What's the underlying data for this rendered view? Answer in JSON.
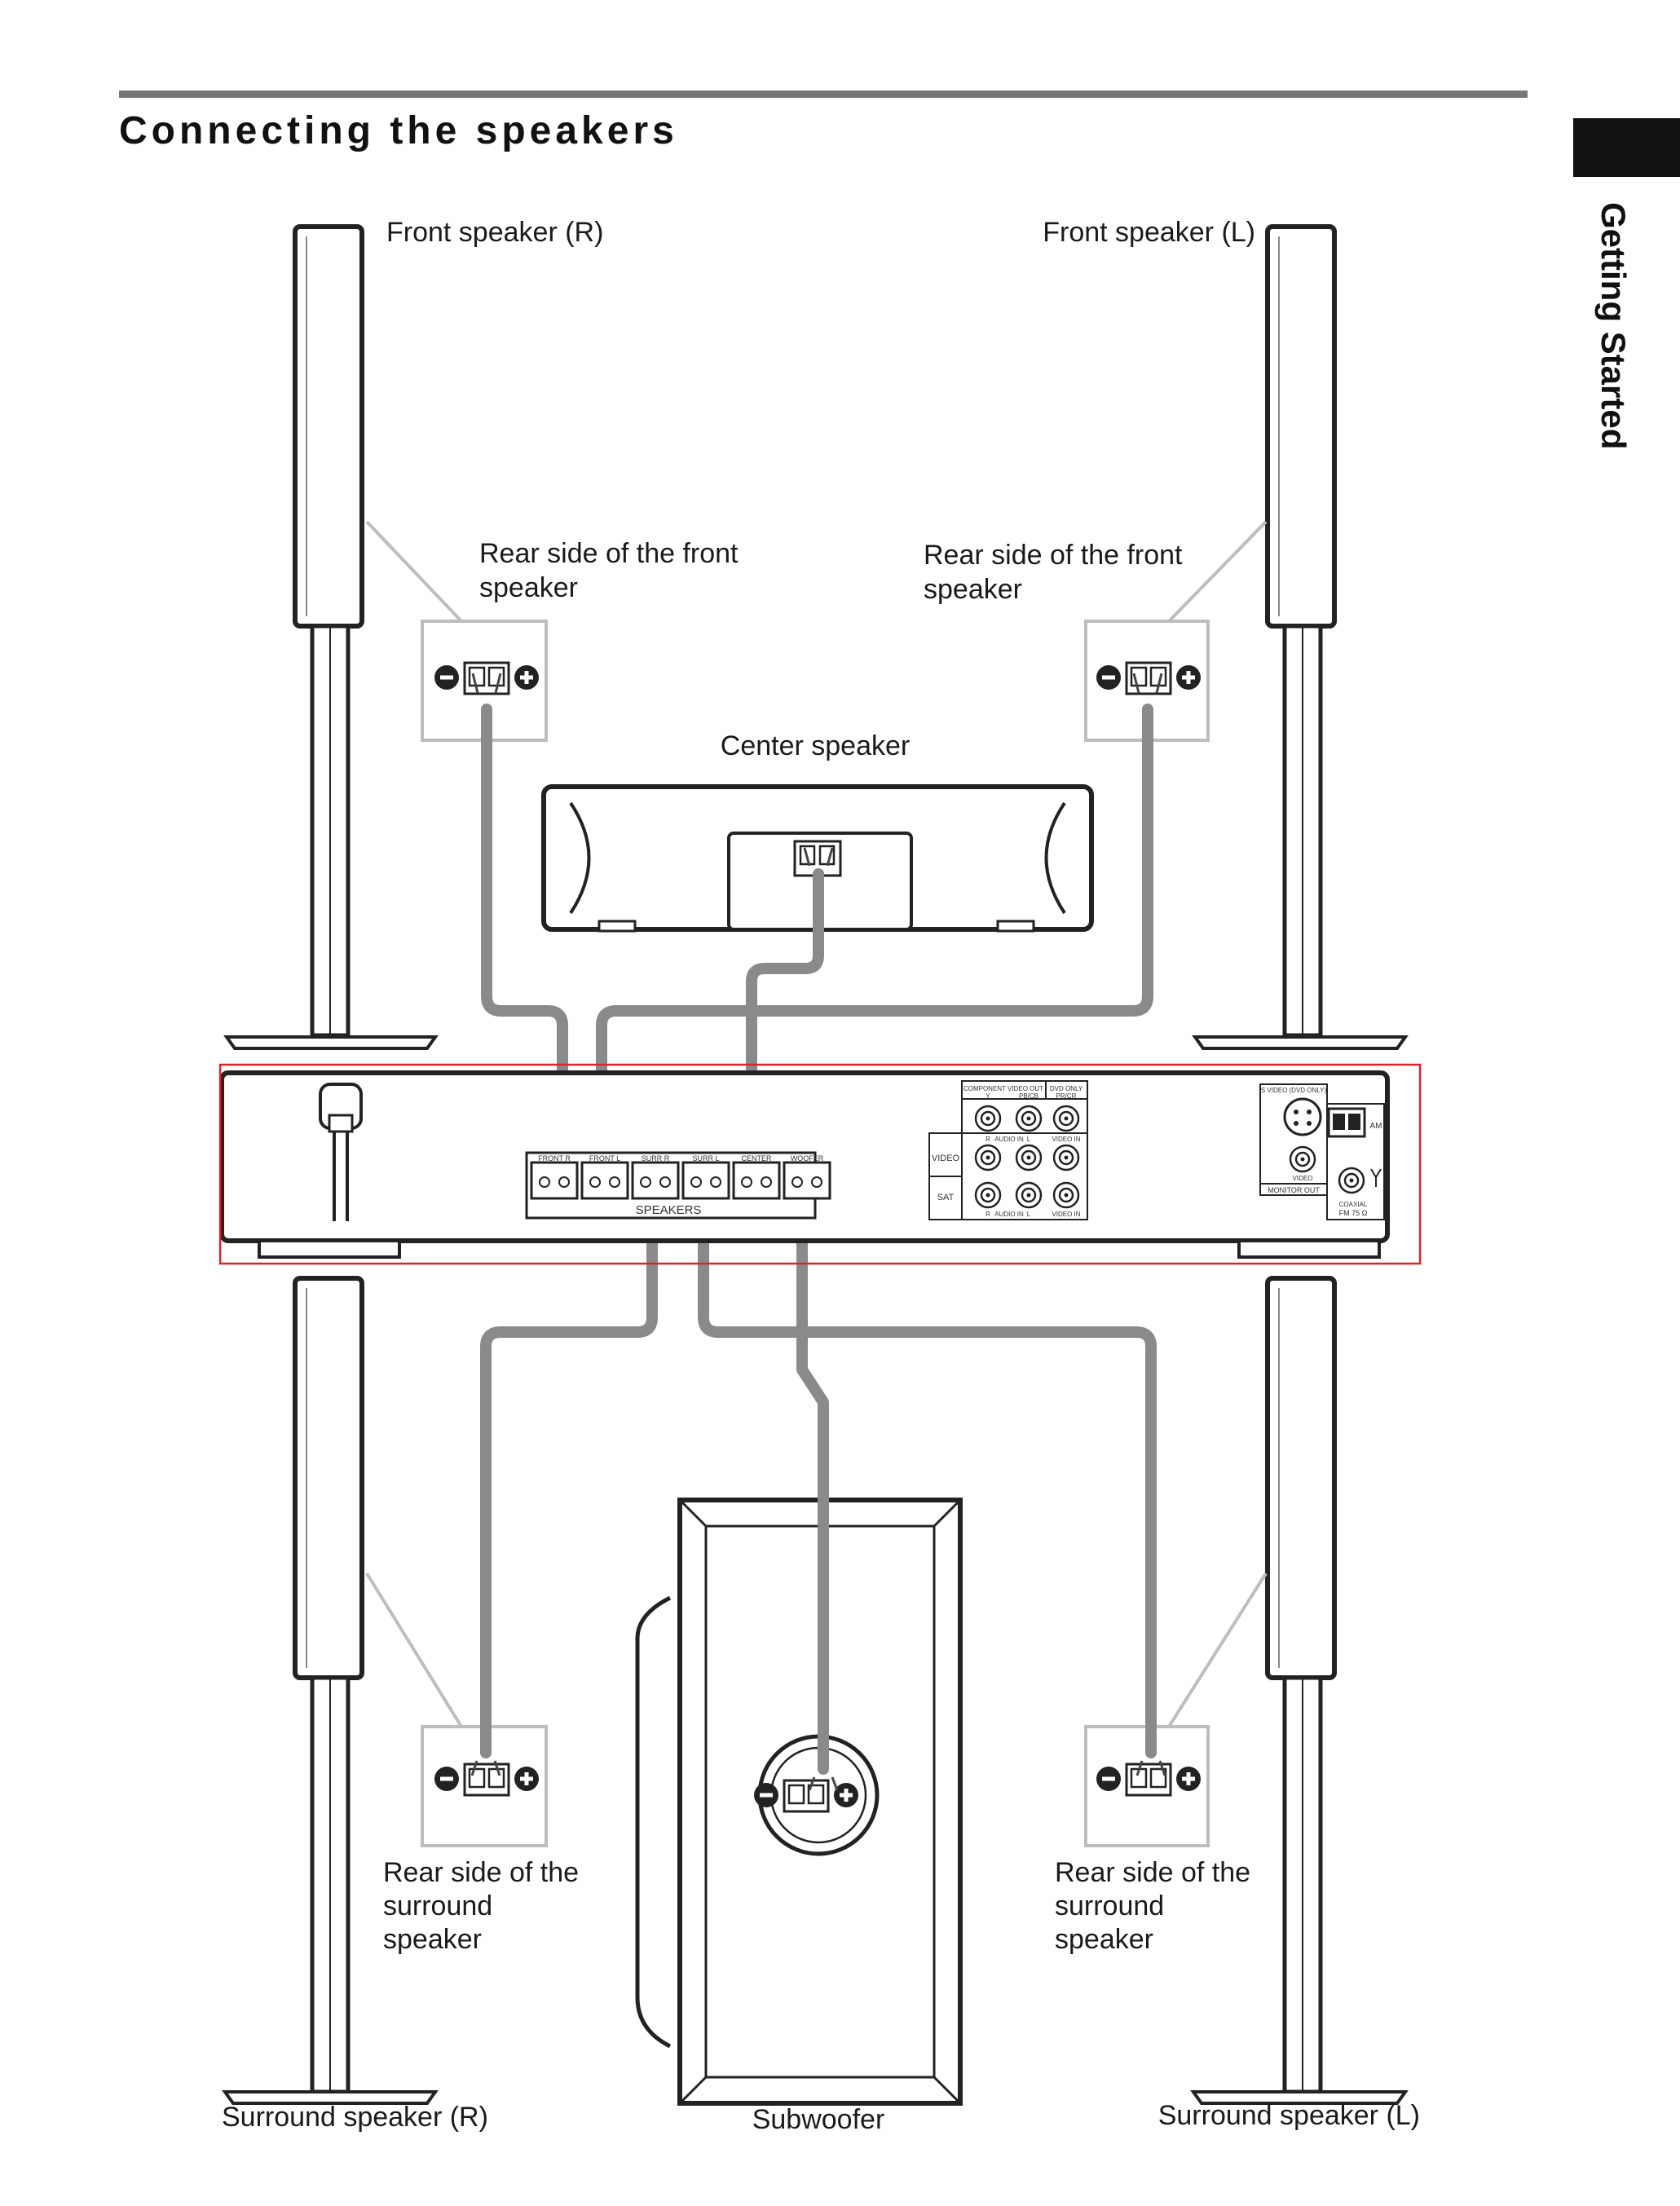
{
  "title": "Connecting the speakers",
  "side_tab": "Getting Started",
  "labels": {
    "front_r": "Front speaker (R)",
    "front_l": "Front speaker (L)",
    "rear_front_r": [
      "Rear side of the front",
      "speaker"
    ],
    "rear_front_l": [
      "Rear side of the front",
      "speaker"
    ],
    "center": "Center speaker",
    "rear_surround_r": [
      "Rear side of the",
      "surround",
      "speaker"
    ],
    "rear_surround_l": [
      "Rear side of the",
      "surround",
      "speaker"
    ],
    "surround_r": "Surround speaker (R)",
    "surround_l": "Surround speaker (L)",
    "subwoofer": "Subwoofer"
  },
  "receiver_panel": {
    "terminals": [
      "FRONT R",
      "FRONT L",
      "SURR R",
      "SURR L",
      "CENTER",
      "WOOFER"
    ],
    "speakers_label": "SPEAKERS",
    "component_video_out": "COMPONENT VIDEO OUT",
    "dvd_only": "DVD ONLY",
    "comp_cols": [
      "Y",
      "PB/CB",
      "PR/CR"
    ],
    "audio_in_row": [
      "R",
      "AUDIO IN",
      "L",
      "VIDEO IN"
    ],
    "video": "VIDEO",
    "sat": "SAT",
    "s_video": "S VIDEO (DVD ONLY)",
    "video_small": "VIDEO",
    "monitor_out": "MONITOR OUT",
    "am": "AM",
    "coaxial": "COAXIAL",
    "fm": "FM 75 Ω"
  },
  "colors": {
    "cable": "#8a8a8a",
    "callout": "#bdbdbd",
    "highlight": "#d9262e",
    "rule": "#777777"
  }
}
